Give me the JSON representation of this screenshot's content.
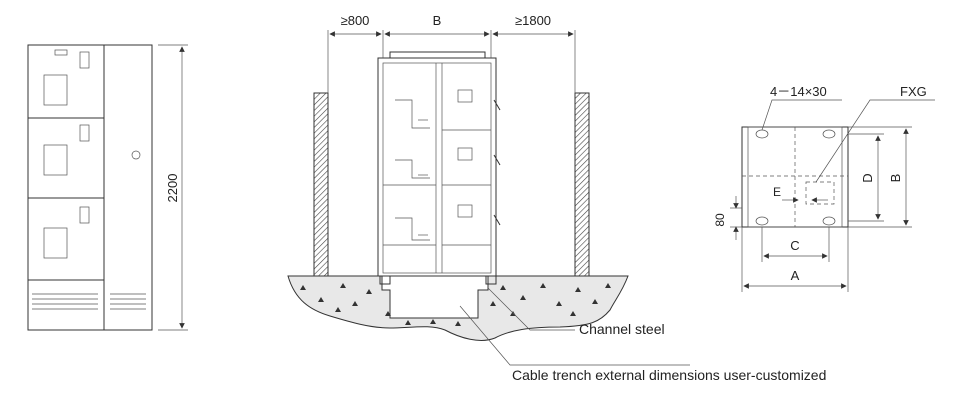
{
  "labels": {
    "height_2200": "2200",
    "gap_left": "≥800",
    "width_b_top": "B",
    "gap_right": "≥1800",
    "channel_steel": "Channel steel",
    "cable_trench": "Cable trench external dimensions user-customized",
    "hole_spec": "4－14×30",
    "fxg": "FXG",
    "dim_d": "D",
    "dim_b_right": "B",
    "dim_e": "E",
    "dim_80": "80",
    "dim_c": "C",
    "dim_a": "A"
  }
}
